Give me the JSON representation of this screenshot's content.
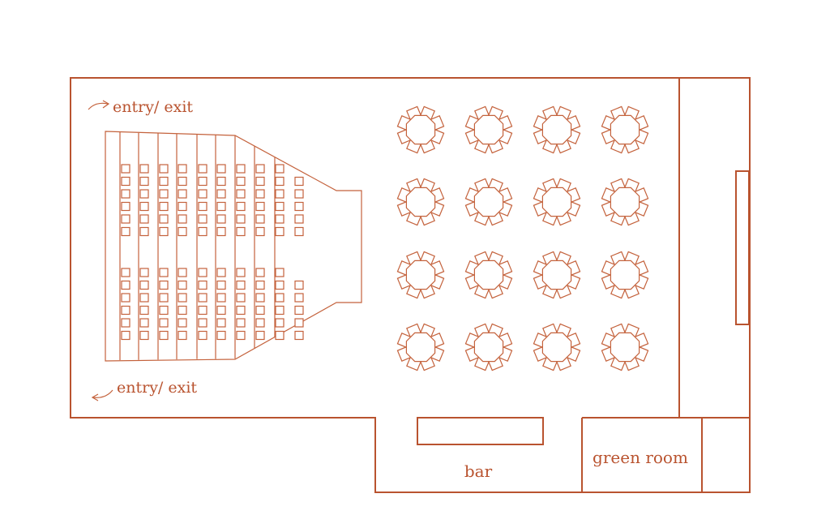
{
  "labels": {
    "entry_top": "entry/ exit",
    "entry_bottom": "entry/ exit",
    "bar": "bar",
    "green_room": "green room"
  },
  "seating": {
    "theatre_columns": [
      6,
      6,
      6,
      6,
      6,
      6,
      6,
      6,
      6,
      5
    ],
    "theatre_blocks": 2,
    "round_tables": {
      "rows": 4,
      "cols": 4
    }
  },
  "colors": {
    "line": "#b9532f",
    "fine": "#c4623c",
    "background": "#ffffff"
  }
}
